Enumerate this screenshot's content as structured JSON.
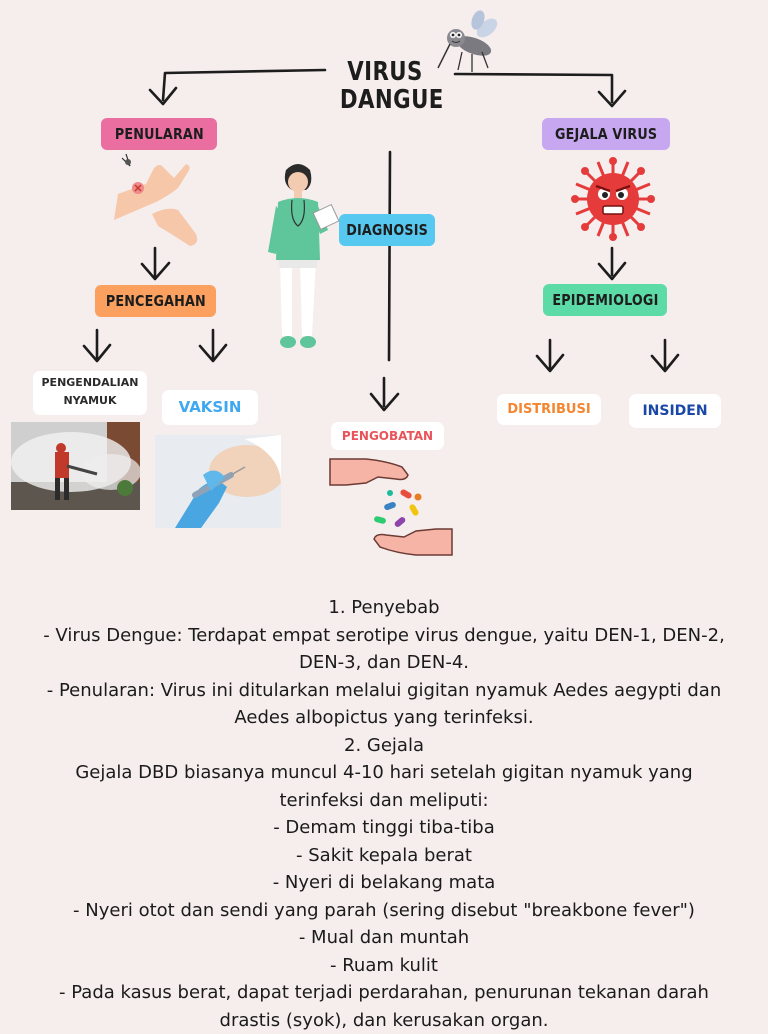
{
  "title_line1": "VIRUS",
  "title_line2": "DANGUE",
  "nodes": {
    "penularan": "PENULARAN",
    "gejala_virus": "GEJALA VIRUS",
    "diagnosis": "DIAGNOSIS",
    "pencegahan": "PENCEGAHAN",
    "epidemiologi": "EPIDEMIOLOGI",
    "pengendalian_line1": "PENGENDALIAN",
    "pengendalian_line2": "NYAMUK",
    "vaksin": "VAKSIN",
    "pengobatan": "PENGOBATAN",
    "distribusi": "DISTRIBUSI",
    "insiden": "INSIDEN"
  },
  "colors": {
    "background": "#f6eded",
    "penularan": "#ea6fa0",
    "gejala_virus": "#c7a7f0",
    "diagnosis": "#57c8f0",
    "pencegahan": "#fba05f",
    "epidemiologi": "#5ddba6",
    "vaksin_text": "#3fa8f0",
    "pengobatan_text": "#e8545a",
    "distribusi_text": "#f5862f",
    "insiden_text": "#1a47a8"
  },
  "body_lines": [
    "1. Penyebab",
    "- Virus Dengue: Terdapat empat serotipe virus dengue, yaitu DEN-1, DEN-2,",
    "DEN-3, dan DEN-4.",
    "- Penularan: Virus ini ditularkan melalui gigitan nyamuk Aedes aegypti dan",
    "Aedes albopictus yang terinfeksi.",
    "2. Gejala",
    "Gejala DBD biasanya muncul 4-10 hari setelah gigitan nyamuk yang",
    "terinfeksi dan meliputi:",
    "- Demam tinggi tiba-tiba",
    "- Sakit kepala berat",
    "- Nyeri di belakang mata",
    "- Nyeri otot dan sendi yang parah (sering disebut \"breakbone fever\")",
    "- Mual dan muntah",
    "- Ruam kulit",
    "- Pada kasus berat, dapat terjadi perdarahan, penurunan tekanan darah",
    "drastis (syok), dan kerusakan organ."
  ]
}
